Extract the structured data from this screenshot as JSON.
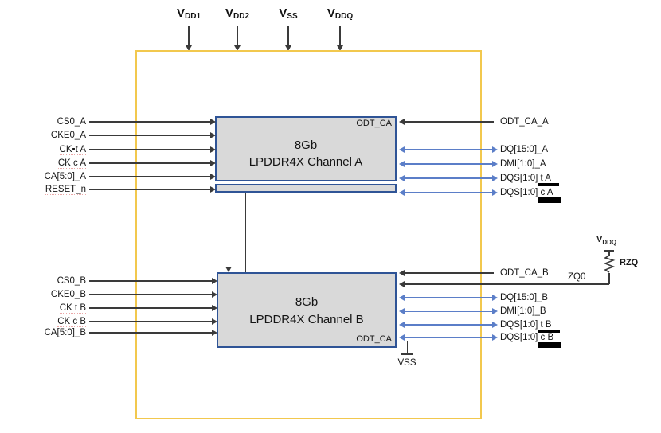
{
  "colors": {
    "frame_border": "#f2c84e",
    "block_border": "#2f5496",
    "block_fill": "#d9d9d9",
    "blue_signal": "#5b7ec8",
    "black_signal": "#3a3a3a",
    "underline_bar": "#000000"
  },
  "power_rails": [
    {
      "base": "V",
      "sub": "DD1"
    },
    {
      "base": "V",
      "sub": "DD2"
    },
    {
      "base": "V",
      "sub": "SS"
    },
    {
      "base": "V",
      "sub": "DDQ"
    }
  ],
  "channel_a": {
    "size": "8Gb",
    "name": "LPDDR4X Channel A",
    "corner_label": "ODT_CA",
    "inputs": [
      "CS0_A",
      "CKE0_A",
      "CK▪t A",
      "CK c A",
      "CA[5:0]_A",
      "RESET_n"
    ],
    "odt_input": "ODT_CA_A",
    "io": [
      {
        "text": "DQ[15:0]_A",
        "suffix": ""
      },
      {
        "text": "DMI[1:0]_A",
        "suffix": ""
      },
      {
        "text": "DQS[1:0]",
        "suffix": " t A"
      },
      {
        "text": "DQS[1:0]",
        "suffix": " c A"
      }
    ]
  },
  "channel_b": {
    "size": "8Gb",
    "name": "LPDDR4X Channel B",
    "corner_label": "ODT_CA",
    "inputs": [
      "CS0_B",
      "CKE0_B",
      "CK t B",
      "CK c B",
      "CA[5:0]_B"
    ],
    "odt_input": "ODT_CA_B",
    "io": [
      {
        "text": "DQ[15:0]_B",
        "suffix": ""
      },
      {
        "text": "DMI[1:0]_B",
        "suffix": ""
      },
      {
        "text": "DQS[1:0]",
        "suffix": " t B"
      },
      {
        "text": "DQS[1:0]",
        "suffix": " c B"
      }
    ]
  },
  "zq": {
    "pin_label": "ZQ0",
    "resistor_label": "RZQ",
    "rail_base": "V",
    "rail_sub": "DDQ"
  },
  "ground": {
    "label": "VSS"
  }
}
